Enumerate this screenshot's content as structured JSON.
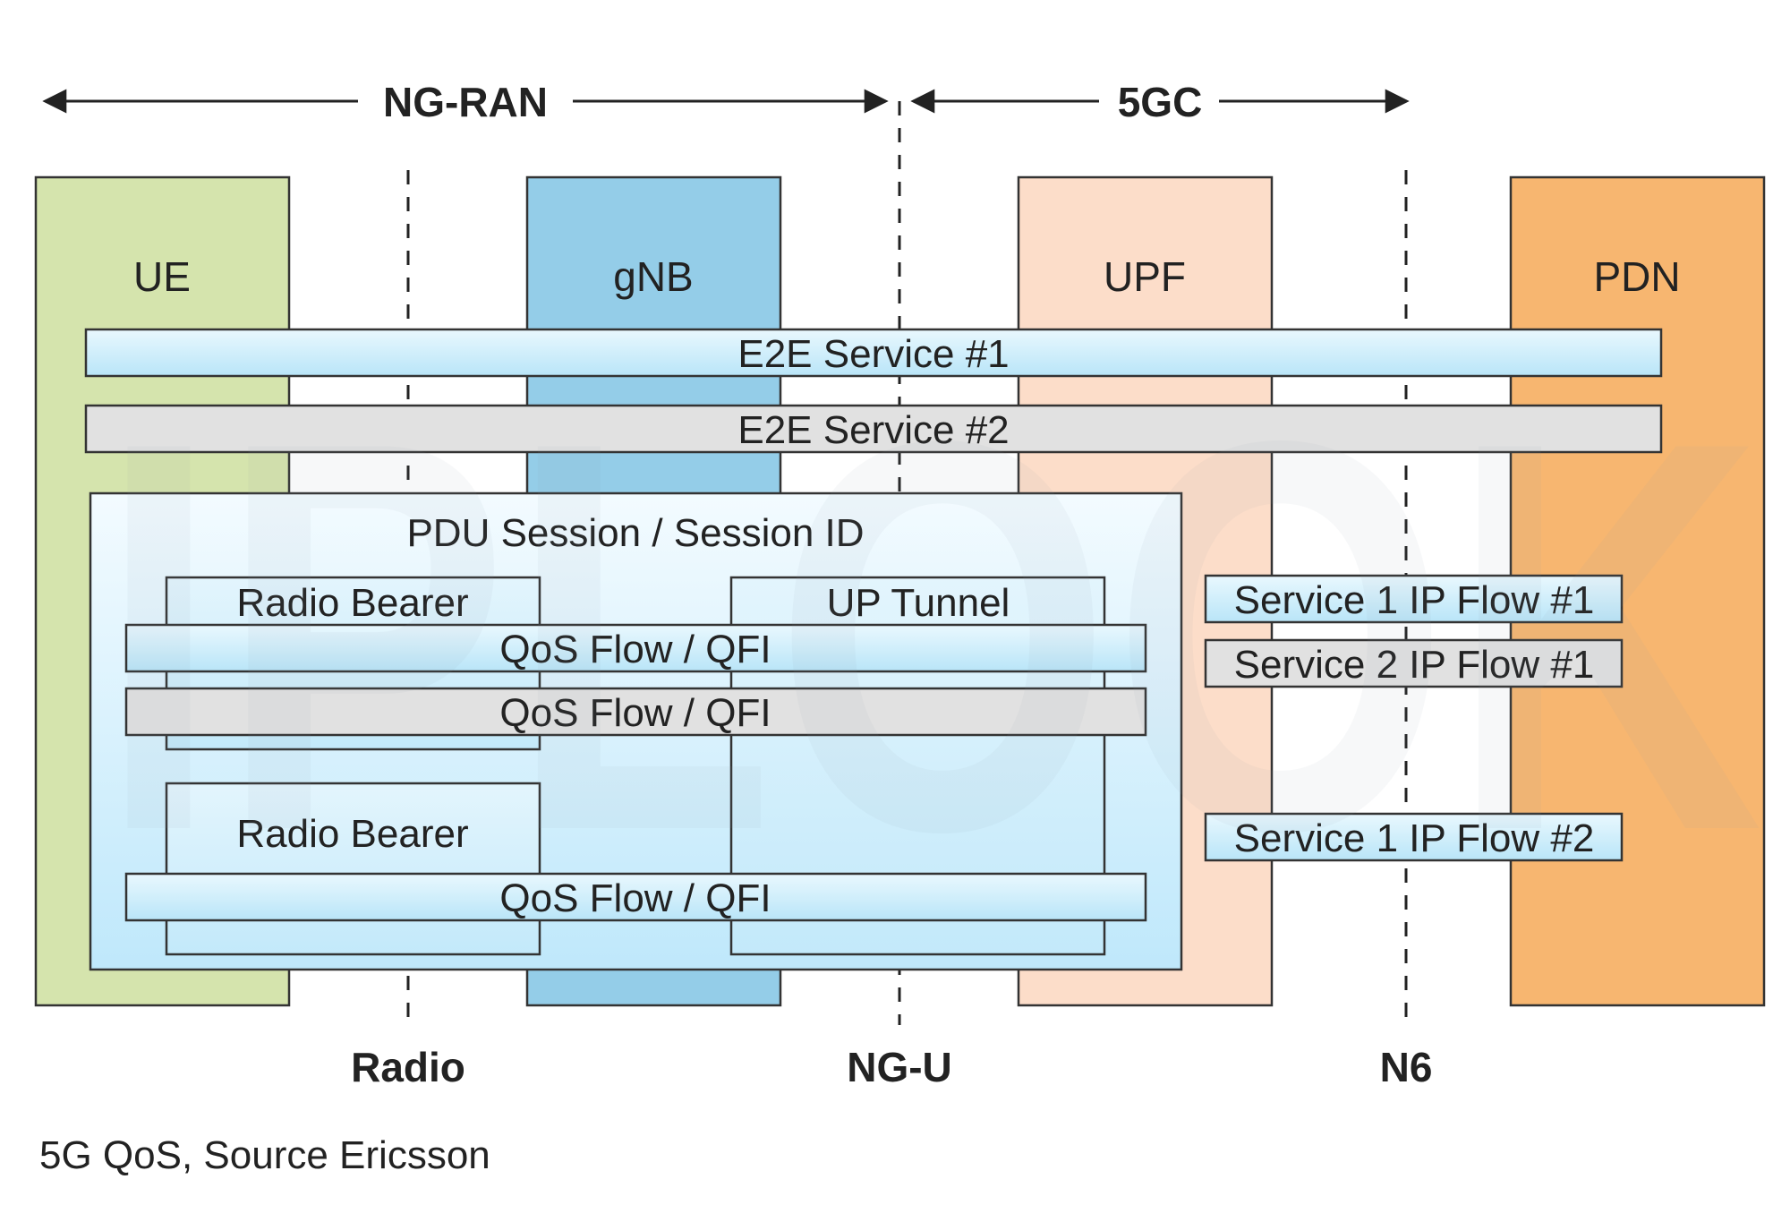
{
  "diagram": {
    "domain_labels": {
      "ng_ran": "NG-RAN",
      "fivegc": "5GC"
    },
    "nodes": {
      "ue": "UE",
      "gnb": "gNB",
      "upf": "UPF",
      "pdn": "PDN"
    },
    "interfaces": {
      "radio": "Radio",
      "ngu": "NG-U",
      "n6": "N6"
    },
    "services": {
      "e2e1": "E2E Service #1",
      "e2e2": "E2E Service #2"
    },
    "pdu_session": {
      "label": "PDU Session / Session ID",
      "radio_bearer": "Radio Bearer",
      "up_tunnel": "UP Tunnel",
      "qos_flow": "QoS Flow / QFI"
    },
    "ip_flows": {
      "s1f1": "Service 1 IP Flow #1",
      "s2f1": "Service 2 IP Flow #1",
      "s1f2": "Service 1 IP Flow #2"
    },
    "caption": "5G QoS, Source Ericsson",
    "watermark": "IPLOOK",
    "colors": {
      "ue": "#d5e4ad",
      "gnb": "#94cde8",
      "upf": "#fcddc9",
      "pdn": "#f7b670",
      "blue_bar": "#c9ecfb",
      "grey_bar": "#e1e1e1",
      "e2e2_text": "#1f3b7a"
    }
  }
}
